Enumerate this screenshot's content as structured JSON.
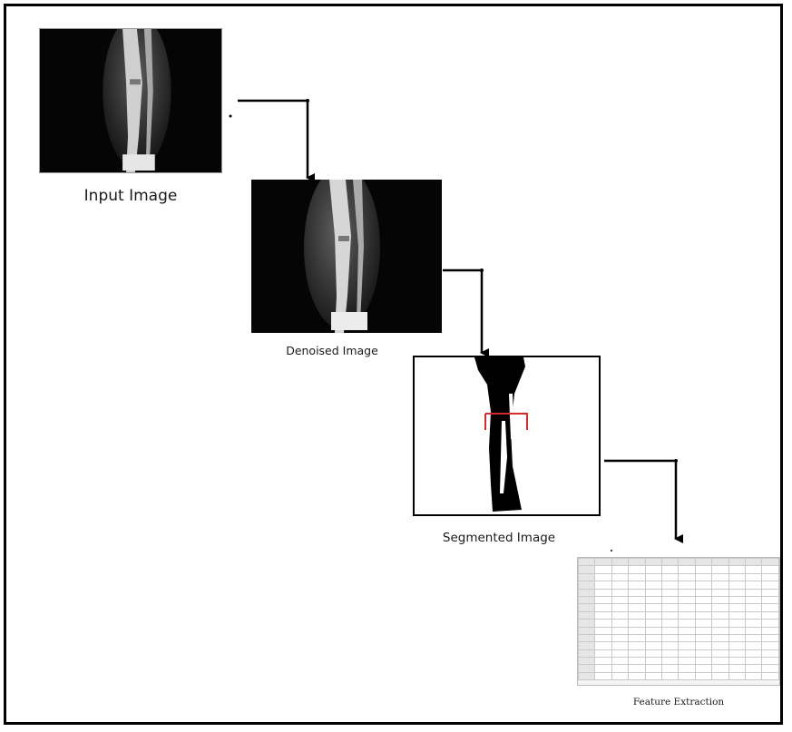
{
  "stages": [
    {
      "id": "input",
      "caption": "Input Image"
    },
    {
      "id": "denoised",
      "caption": "Denoised Image"
    },
    {
      "id": "segmented",
      "caption": "Segmented Image"
    },
    {
      "id": "features",
      "caption": "Feature Extraction"
    }
  ],
  "colors": {
    "frame": "#000000",
    "arrow": "#000000",
    "region_marker": "#d42a2a",
    "xray_background": "#050505"
  },
  "feature_table": {
    "rows": 16,
    "cols": 12
  }
}
